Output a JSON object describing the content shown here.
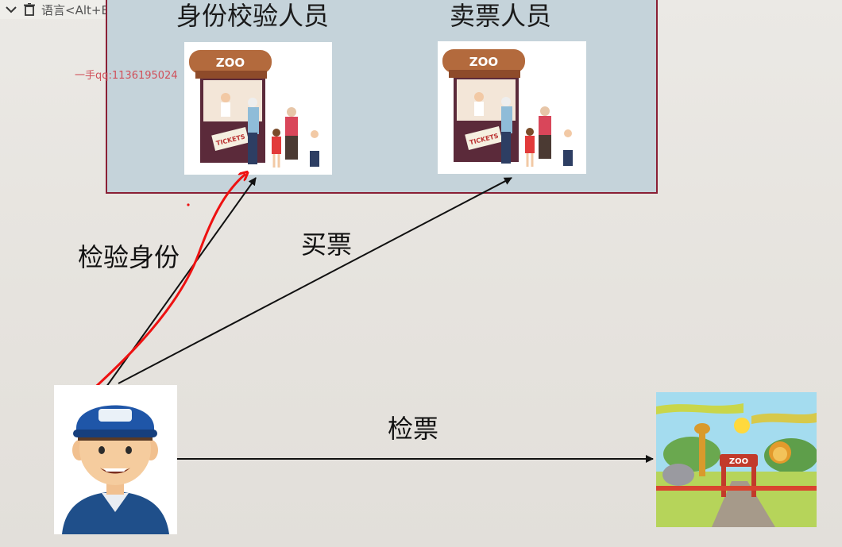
{
  "toolbar": {
    "language_hint": "语言<Alt+Enter>",
    "icons": [
      "chevron-down-icon",
      "trash-icon"
    ]
  },
  "watermark": "一手qq:1136195024",
  "staff_box": {
    "left_title": "身份校验人员",
    "right_title": "卖票人员",
    "sign_text": "ZOO",
    "ticket_text": "TICKETS"
  },
  "flows": {
    "verify_identity": "检验身份",
    "buy_ticket": "买票",
    "check_ticket": "检票"
  },
  "zoo_gate": {
    "sign_text": "ZOO"
  },
  "colors": {
    "box_border": "#8a1f35",
    "box_fill": "#c5d3da",
    "annotation": "#ee1111",
    "arrow": "#111111"
  }
}
